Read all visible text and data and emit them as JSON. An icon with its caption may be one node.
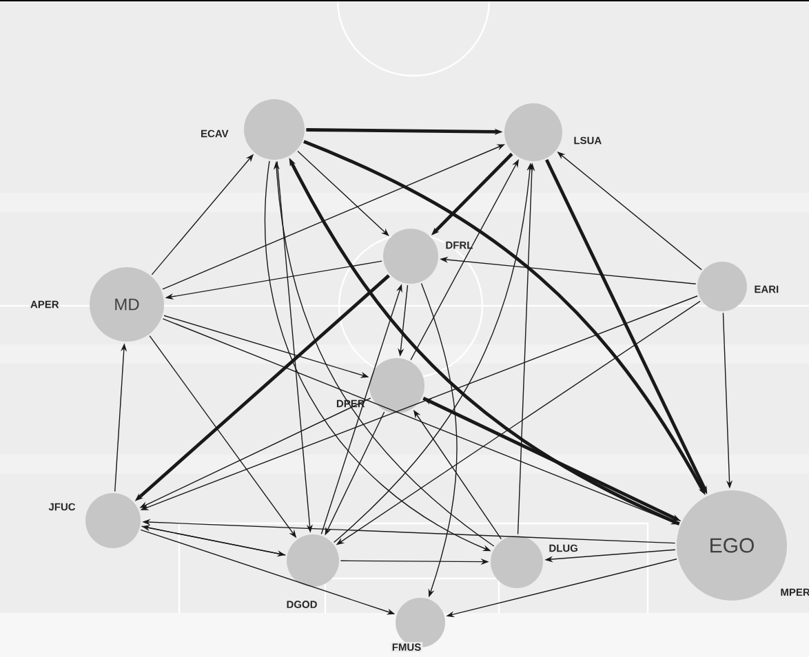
{
  "diagram": {
    "nodes": [
      {
        "text": [],
        "shape": "circle",
        "beside": [
          "ECAV"
        ]
      },
      {
        "text": [],
        "shape": "circle",
        "beside": [
          "LSUA"
        ]
      },
      {
        "text": [],
        "shape": "circle",
        "beside": [
          "DFRL"
        ]
      },
      {
        "text": [],
        "shape": "circle",
        "beside": [
          "EARI"
        ]
      },
      {
        "text": [
          "MD"
        ],
        "beside": [
          "APER"
        ]
      },
      {
        "text": [],
        "shape": "circle",
        "beside": [
          "DPER"
        ]
      },
      {
        "text": [],
        "shape": "circle",
        "beside": [
          "JFUC"
        ]
      },
      {
        "text": [],
        "shape": "circle",
        "beside": [
          "DGOD"
        ]
      },
      {
        "text": [],
        "shape": "circle",
        "beside": [
          "FMUS"
        ]
      },
      {
        "text": [],
        "shape": "circle",
        "beside": [
          "DLUG"
        ]
      },
      {
        "text": [
          "EGO"
        ],
        "beside": [
          "MPER"
        ]
      }
    ],
    "edges": [
      {
        "from": 0,
        "to": 1,
        "arrow": "to",
        "style": "thick"
      },
      {
        "from": 10,
        "to": 0,
        "arrow": "to",
        "style": "thick"
      },
      {
        "from": 5,
        "to": 10,
        "arrow": "to",
        "style": "thick"
      },
      {
        "from": 1,
        "to": 2,
        "arrow": "to",
        "style": "thick"
      },
      {
        "from": 0,
        "to": 2,
        "arrow": "to"
      },
      {
        "from": 0,
        "to": 10,
        "arrow": "to",
        "style": "thick"
      },
      {
        "from": 1,
        "to": 10,
        "arrow": "to",
        "style": "thick"
      },
      {
        "from": 3,
        "to": 1,
        "arrow": "to"
      },
      {
        "from": 3,
        "to": 10,
        "arrow": "to"
      },
      {
        "from": 3,
        "to": 2,
        "arrow": "to"
      },
      {
        "from": 3,
        "to": 7,
        "arrow": "to"
      },
      {
        "from": 3,
        "to": 6,
        "arrow": "to"
      },
      {
        "from": 4,
        "to": 0,
        "arrow": "to"
      },
      {
        "from": 4,
        "to": 1,
        "arrow": "to"
      },
      {
        "from": 2,
        "to": 4,
        "arrow": "to"
      },
      {
        "from": 4,
        "to": 5,
        "arrow": "to"
      },
      {
        "from": 4,
        "to": 10,
        "arrow": "to"
      },
      {
        "from": 4,
        "to": 7,
        "arrow": "to"
      },
      {
        "from": 6,
        "to": 4,
        "arrow": "to"
      },
      {
        "from": 6,
        "to": 7,
        "arrow": "to"
      },
      {
        "from": 7,
        "to": 6,
        "arrow": "to"
      },
      {
        "from": 6,
        "to": 8,
        "arrow": "to"
      },
      {
        "from": 2,
        "to": 6,
        "arrow": "to",
        "style": "thick"
      },
      {
        "from": 5,
        "to": 6,
        "arrow": "to"
      },
      {
        "from": 7,
        "to": 1,
        "arrow": "to"
      },
      {
        "from": 7,
        "to": 2,
        "arrow": "to"
      },
      {
        "from": 9,
        "to": 0,
        "arrow": "to"
      },
      {
        "from": 9,
        "to": 1,
        "arrow": "to"
      },
      {
        "from": 10,
        "to": 9,
        "arrow": "to"
      },
      {
        "from": 10,
        "to": 8,
        "arrow": "to"
      },
      {
        "from": 7,
        "to": 9,
        "arrow": "to"
      },
      {
        "from": 5,
        "to": 7,
        "arrow": "to"
      },
      {
        "from": 10,
        "to": 5,
        "arrow": "to"
      },
      {
        "from": 9,
        "to": 5,
        "arrow": "to"
      },
      {
        "from": 0,
        "to": 9,
        "arrow": "to"
      },
      {
        "from": 2,
        "to": 8,
        "arrow": "to"
      },
      {
        "from": 0,
        "to": 7,
        "arrow": "to"
      },
      {
        "from": 5,
        "to": 1,
        "arrow": "to"
      },
      {
        "from": 10,
        "to": 6,
        "arrow": "to"
      },
      {
        "from": 2,
        "to": 5,
        "arrow": "to"
      }
    ]
  }
}
